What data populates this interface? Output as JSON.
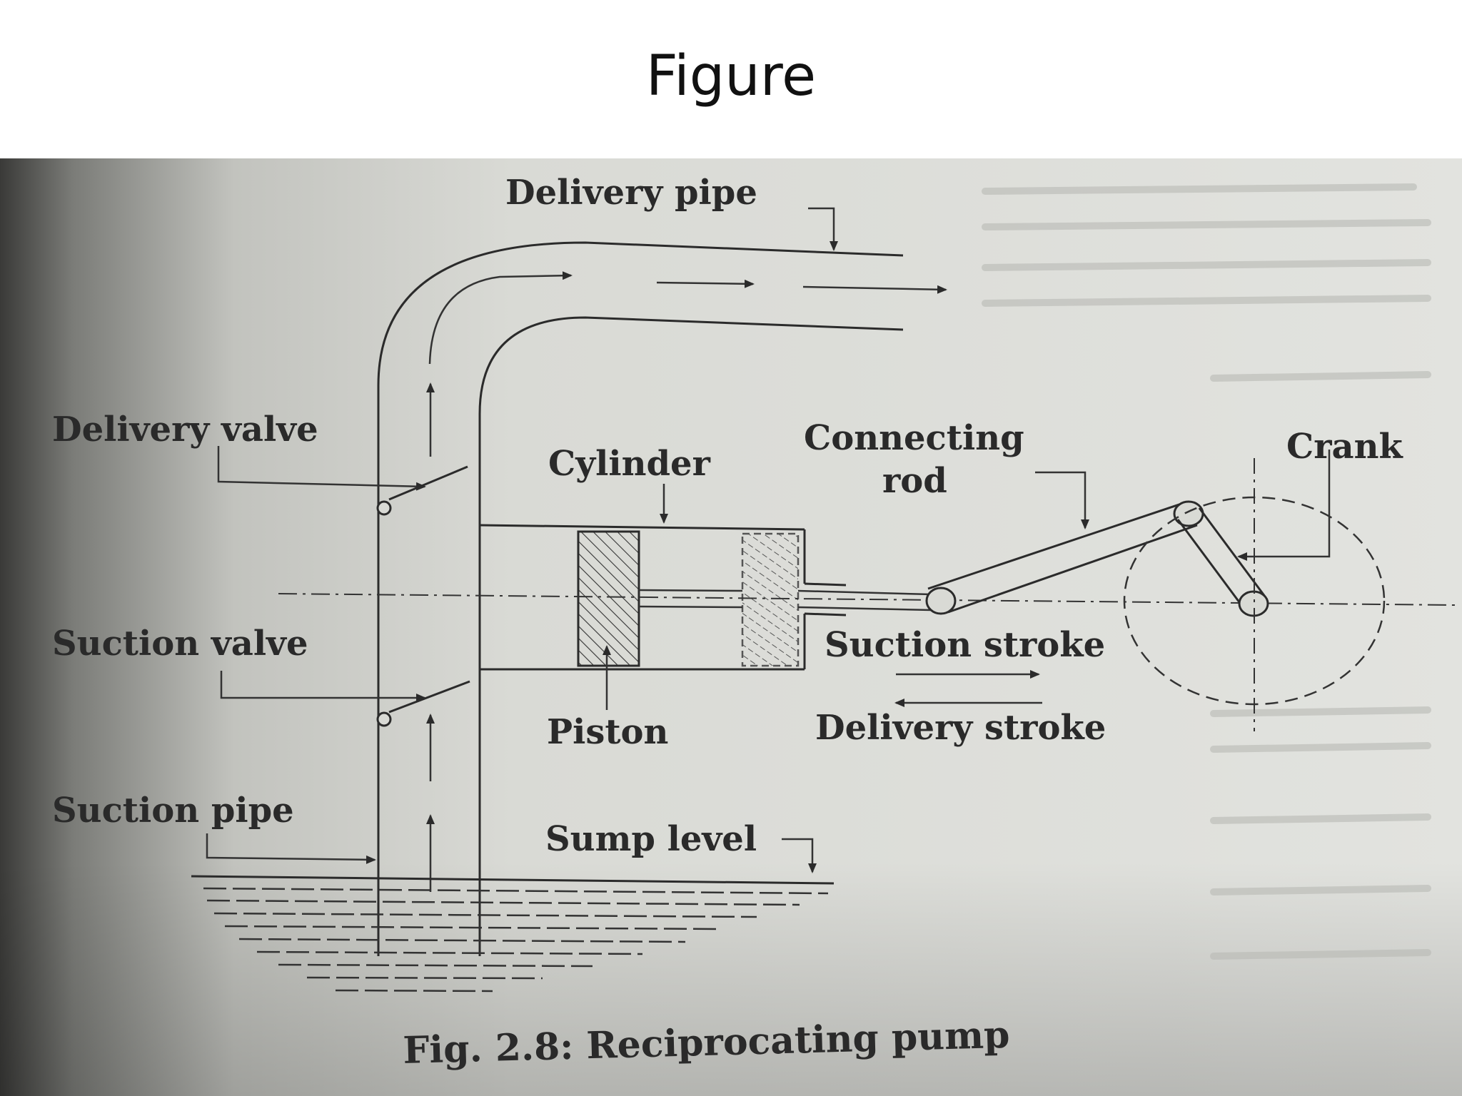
{
  "slide": {
    "title": "Figure"
  },
  "figure": {
    "caption": "Fig. 2.8: Reciprocating pump",
    "labels": {
      "delivery_pipe": "Delivery pipe",
      "delivery_valve": "Delivery valve",
      "cylinder": "Cylinder",
      "connecting": "Connecting",
      "rod": "rod",
      "crank": "Crank",
      "suction_valve": "Suction valve",
      "suction_stroke": "Suction stroke",
      "piston": "Piston",
      "delivery_stroke": "Delivery stroke",
      "suction_pipe": "Suction pipe",
      "sump_level": "Sump level"
    }
  }
}
